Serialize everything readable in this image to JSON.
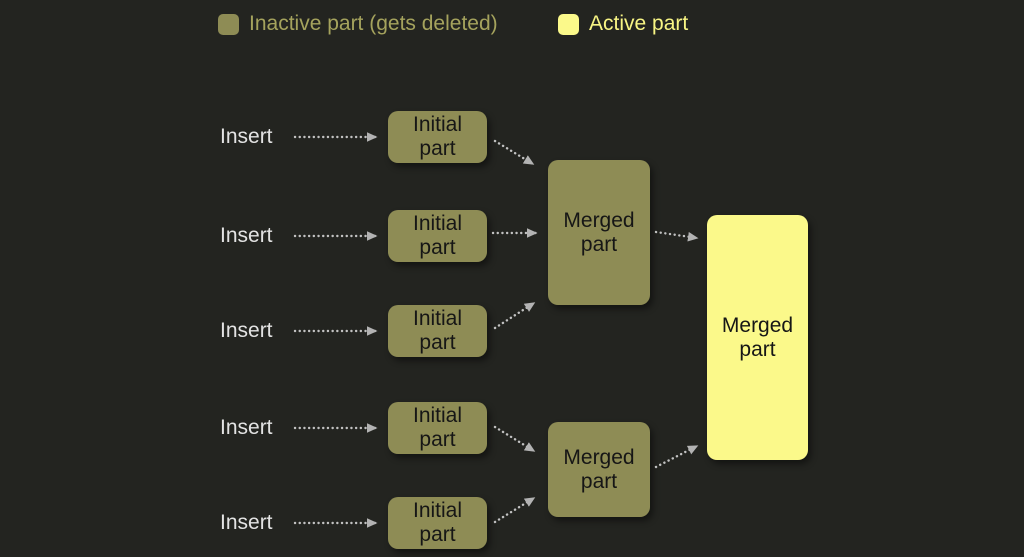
{
  "legend": {
    "inactive_label": "Inactive part (gets deleted)",
    "active_label": "Active part"
  },
  "labels": {
    "insert": "Insert",
    "initial_part": "Initial part",
    "merged_part": "Merged part"
  },
  "colors": {
    "background": "#232420",
    "inactive_fill": "#8e8c55",
    "active_fill": "#fbf98a",
    "inactive_text": "#a5a35d",
    "active_text": "#f8f584",
    "insert_text": "#e3e3e3",
    "arrow": "#c2c2c2",
    "box_text": "#161616"
  },
  "connections": [
    {
      "from": "insert-1",
      "to": "initial-part-1"
    },
    {
      "from": "insert-2",
      "to": "initial-part-2"
    },
    {
      "from": "insert-3",
      "to": "initial-part-3"
    },
    {
      "from": "insert-4",
      "to": "initial-part-4"
    },
    {
      "from": "insert-5",
      "to": "initial-part-5"
    },
    {
      "from": "initial-part-1",
      "to": "merged-part-1"
    },
    {
      "from": "initial-part-2",
      "to": "merged-part-1"
    },
    {
      "from": "initial-part-3",
      "to": "merged-part-1"
    },
    {
      "from": "initial-part-4",
      "to": "merged-part-2"
    },
    {
      "from": "initial-part-5",
      "to": "merged-part-2"
    },
    {
      "from": "merged-part-1",
      "to": "merged-part-final"
    },
    {
      "from": "merged-part-2",
      "to": "merged-part-final"
    }
  ]
}
